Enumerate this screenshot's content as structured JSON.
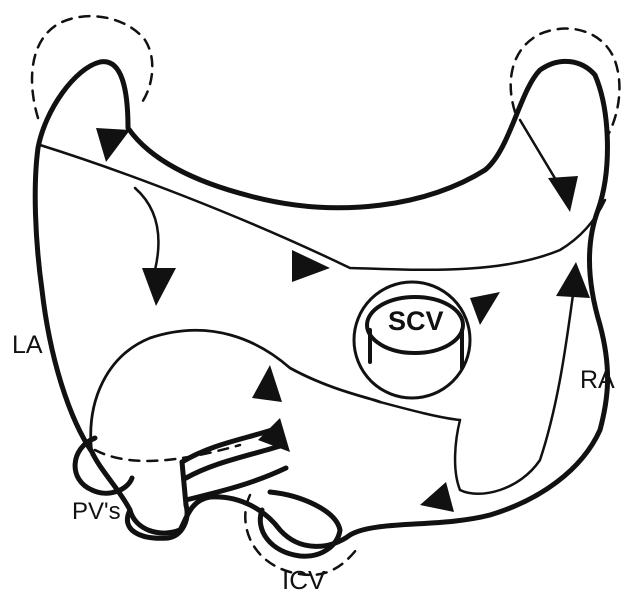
{
  "labels": {
    "left_atrium": "LA",
    "right_atrium": "RA",
    "pulmonary_veins": "PV's",
    "inferior_caval_vein": "ICV",
    "superior_caval_vein": "SCV"
  },
  "colors": {
    "line": "#111111",
    "background": "#ffffff"
  }
}
